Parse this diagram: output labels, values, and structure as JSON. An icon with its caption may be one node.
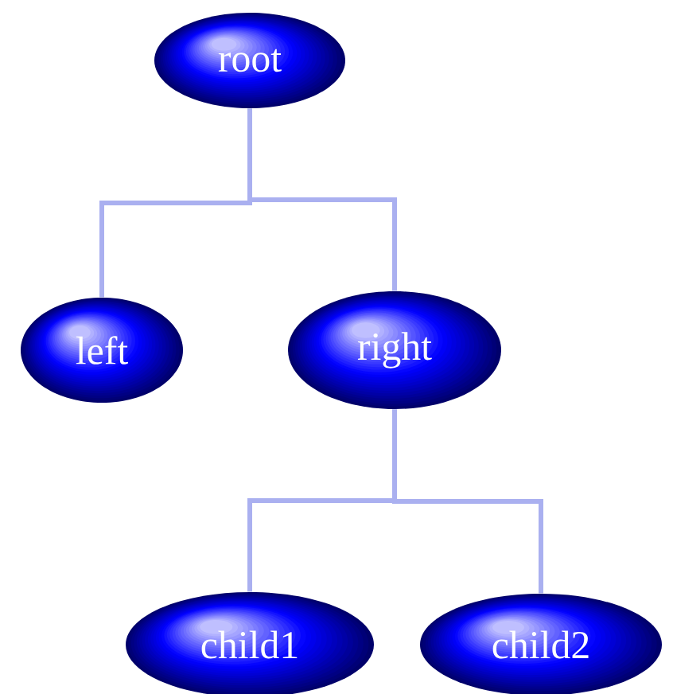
{
  "diagram": {
    "nodes": [
      {
        "text": [
          "root"
        ]
      },
      {
        "text": [
          "left"
        ]
      },
      {
        "text": [
          "right"
        ]
      },
      {
        "text": [
          "child1"
        ]
      },
      {
        "text": [
          "child2"
        ]
      }
    ],
    "edges": [
      {
        "from": 0,
        "to": 1,
        "arrow": "none"
      },
      {
        "from": 0,
        "to": 2,
        "arrow": "none"
      },
      {
        "from": 2,
        "to": 3,
        "arrow": "none"
      },
      {
        "from": 2,
        "to": 4,
        "arrow": "none"
      }
    ]
  }
}
